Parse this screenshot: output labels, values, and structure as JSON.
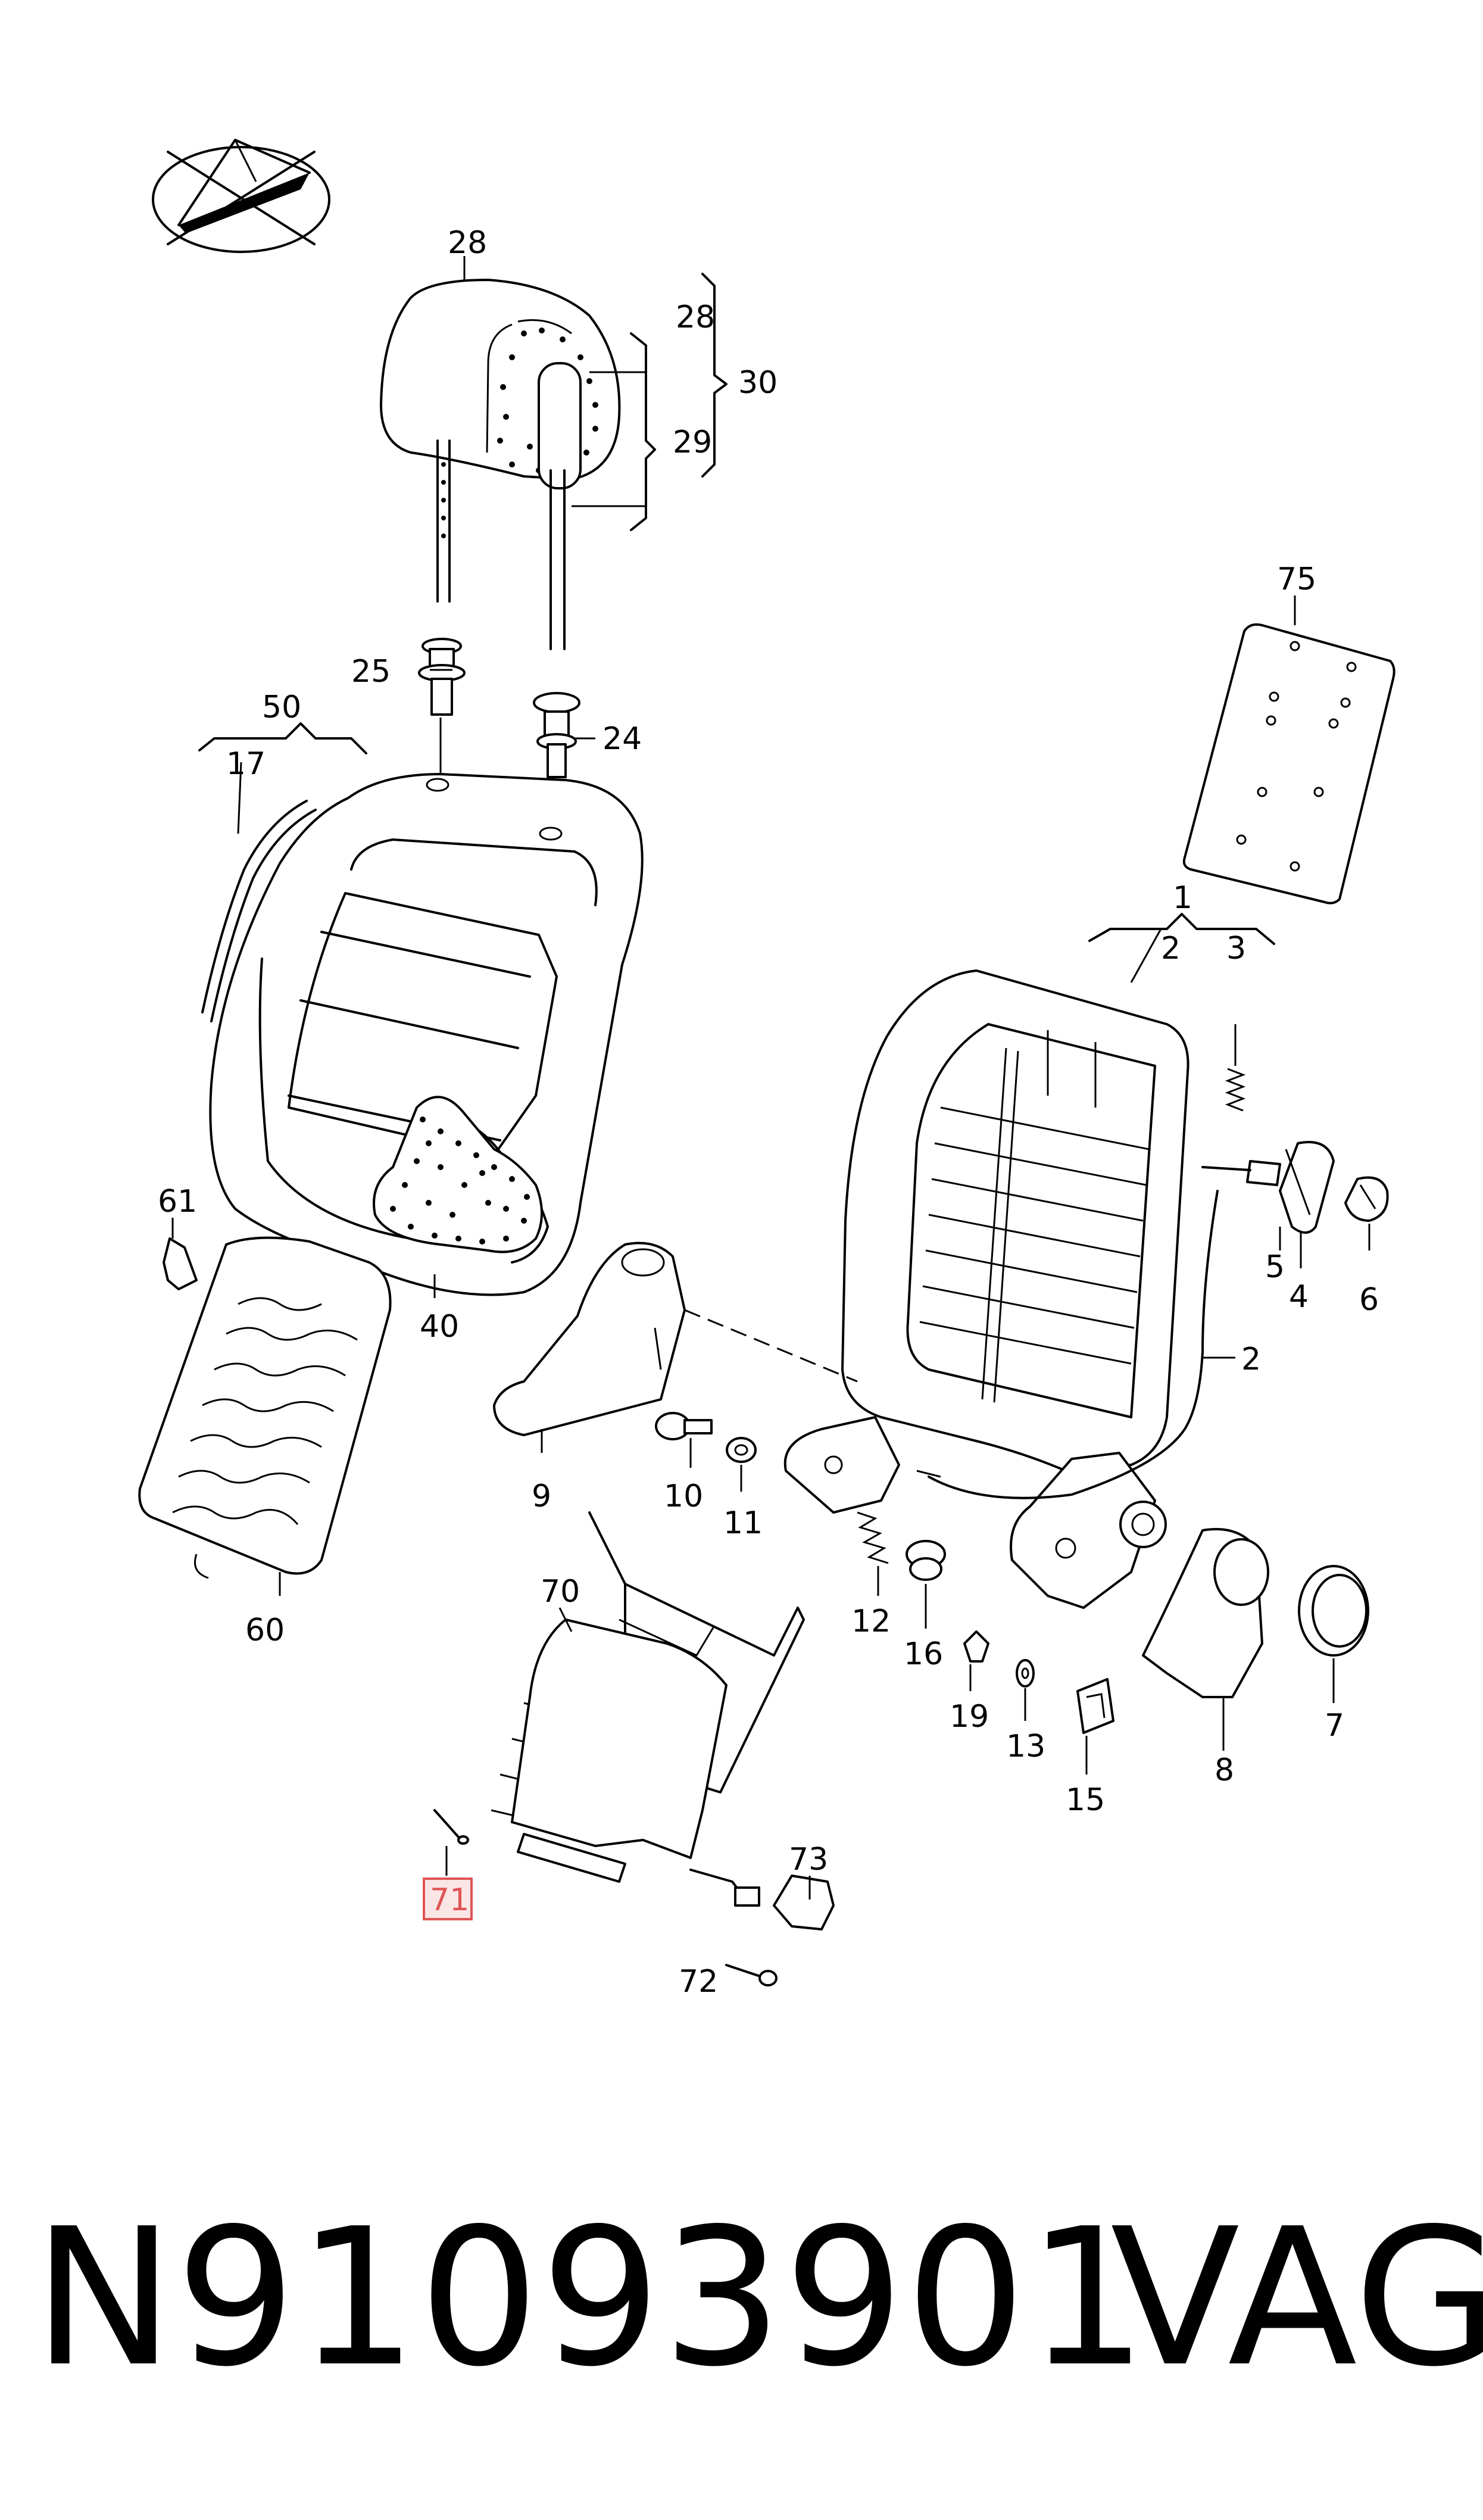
{
  "labels": {
    "p1": "1",
    "p2a": "2",
    "p2b": "2",
    "p3": "3",
    "p4": "4",
    "p5": "5",
    "p6": "6",
    "p7": "7",
    "p8": "8",
    "p9": "9",
    "p10": "10",
    "p11": "11",
    "p12": "12",
    "p13": "13",
    "p15": "15",
    "p16": "16",
    "p17": "17",
    "p19": "19",
    "p24": "24",
    "p25": "25",
    "p28a": "28",
    "p28b": "28",
    "p29": "29",
    "p30": "30",
    "p40": "40",
    "p50": "50",
    "p60": "60",
    "p61": "61",
    "p70": "70",
    "p71": "71",
    "p72": "72",
    "p73": "73",
    "p75": "75"
  },
  "highlighted_label": "71",
  "highlight_color": "#e05555",
  "footer": {
    "part_number": "N91093901",
    "brand": "VAG"
  }
}
